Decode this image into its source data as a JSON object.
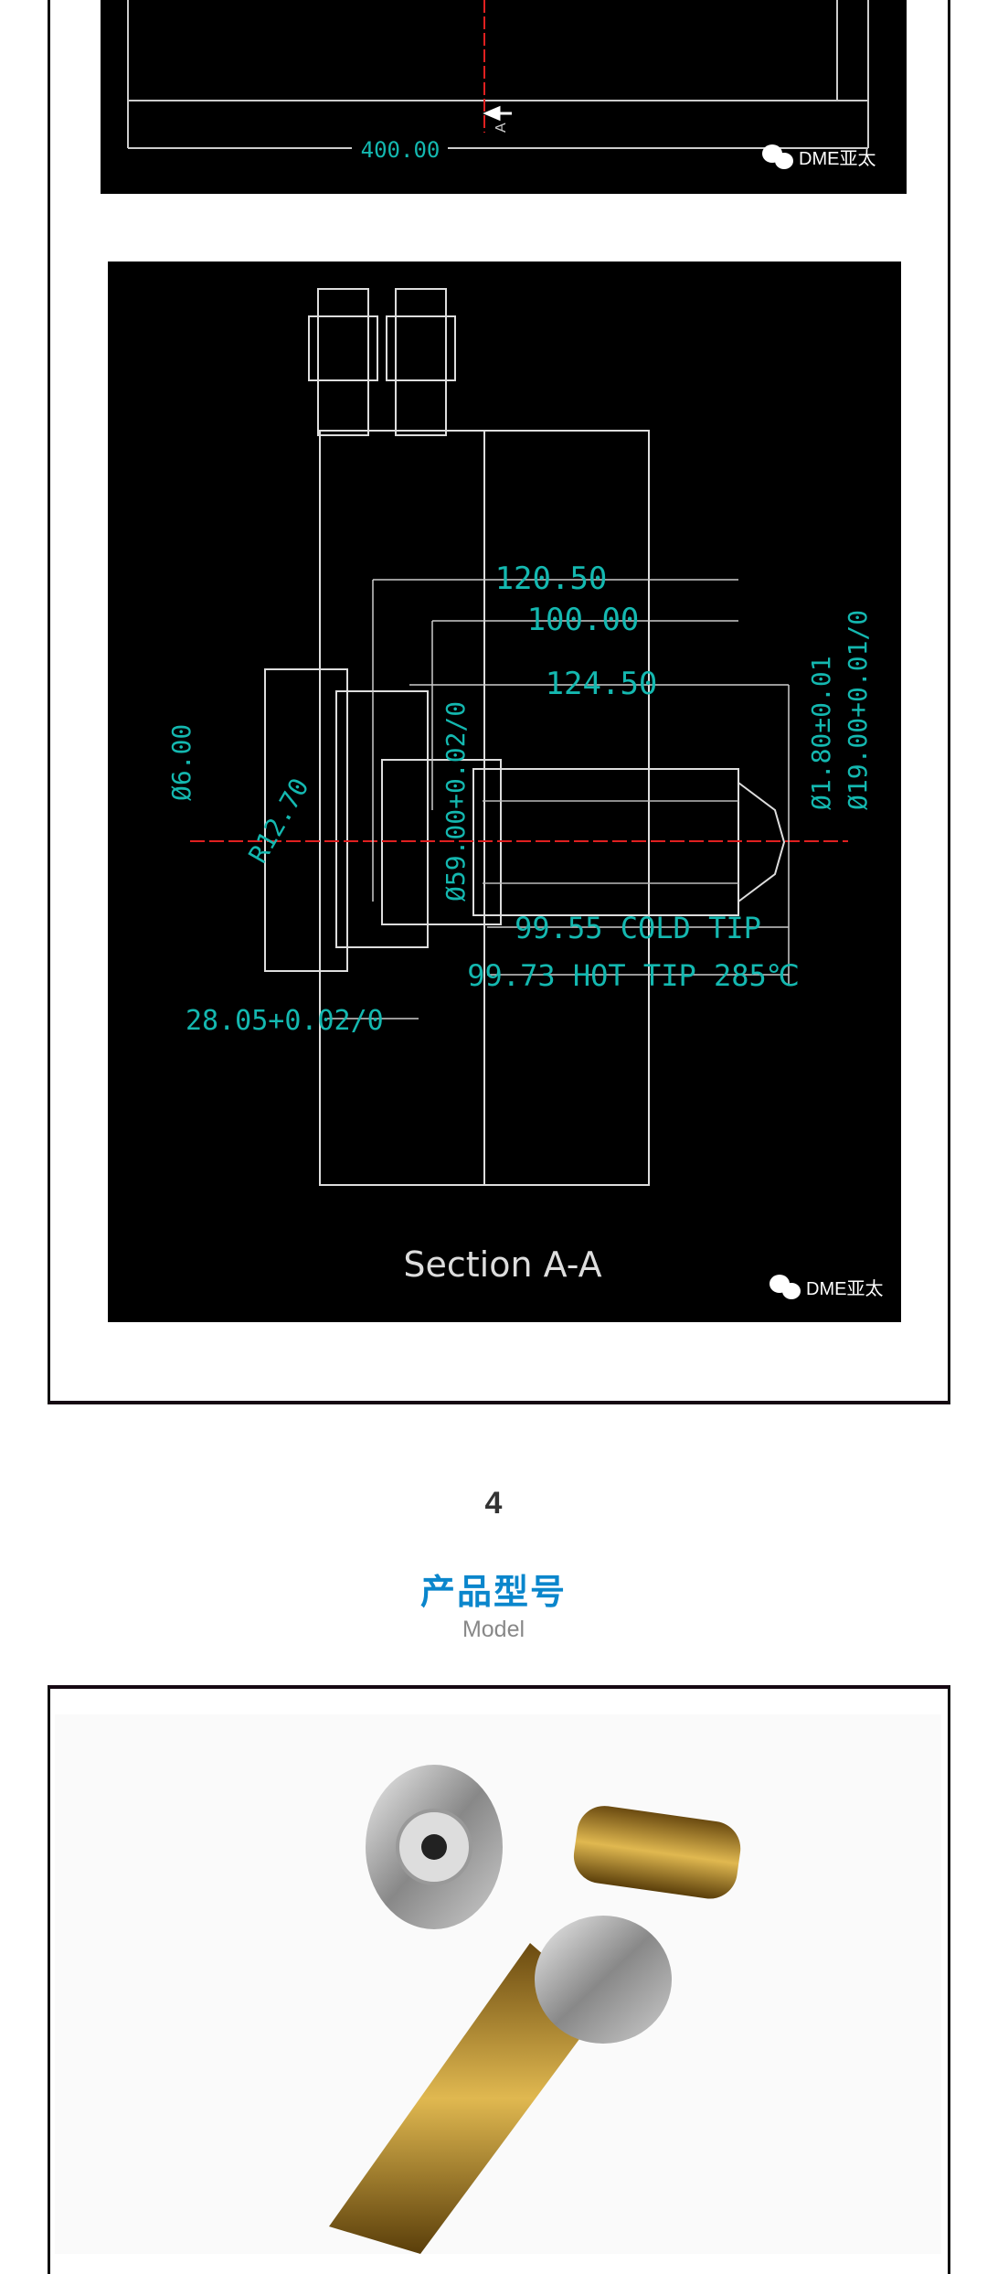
{
  "drawing_top": {
    "dimension": "400.00",
    "section_marker": "A",
    "watermark": "DME亚太"
  },
  "drawing_section": {
    "dims": {
      "d1": "120.50",
      "d2": "100.00",
      "d3": "124.50",
      "d4": "Ø1.80±0.01",
      "d5": "Ø19.00+0.01/0",
      "d6": "Ø6.00",
      "d7": "R12.70",
      "d8": "Ø59.00+0.02/0",
      "d9": "99.55 COLD TIP",
      "d10": "99.73 HOT TIP 285℃",
      "d11": "28.05+0.02/0"
    },
    "caption": "Section A-A",
    "watermark": "DME亚太"
  },
  "section": {
    "number": "4",
    "title": "产品型号",
    "subtitle": "Model"
  }
}
